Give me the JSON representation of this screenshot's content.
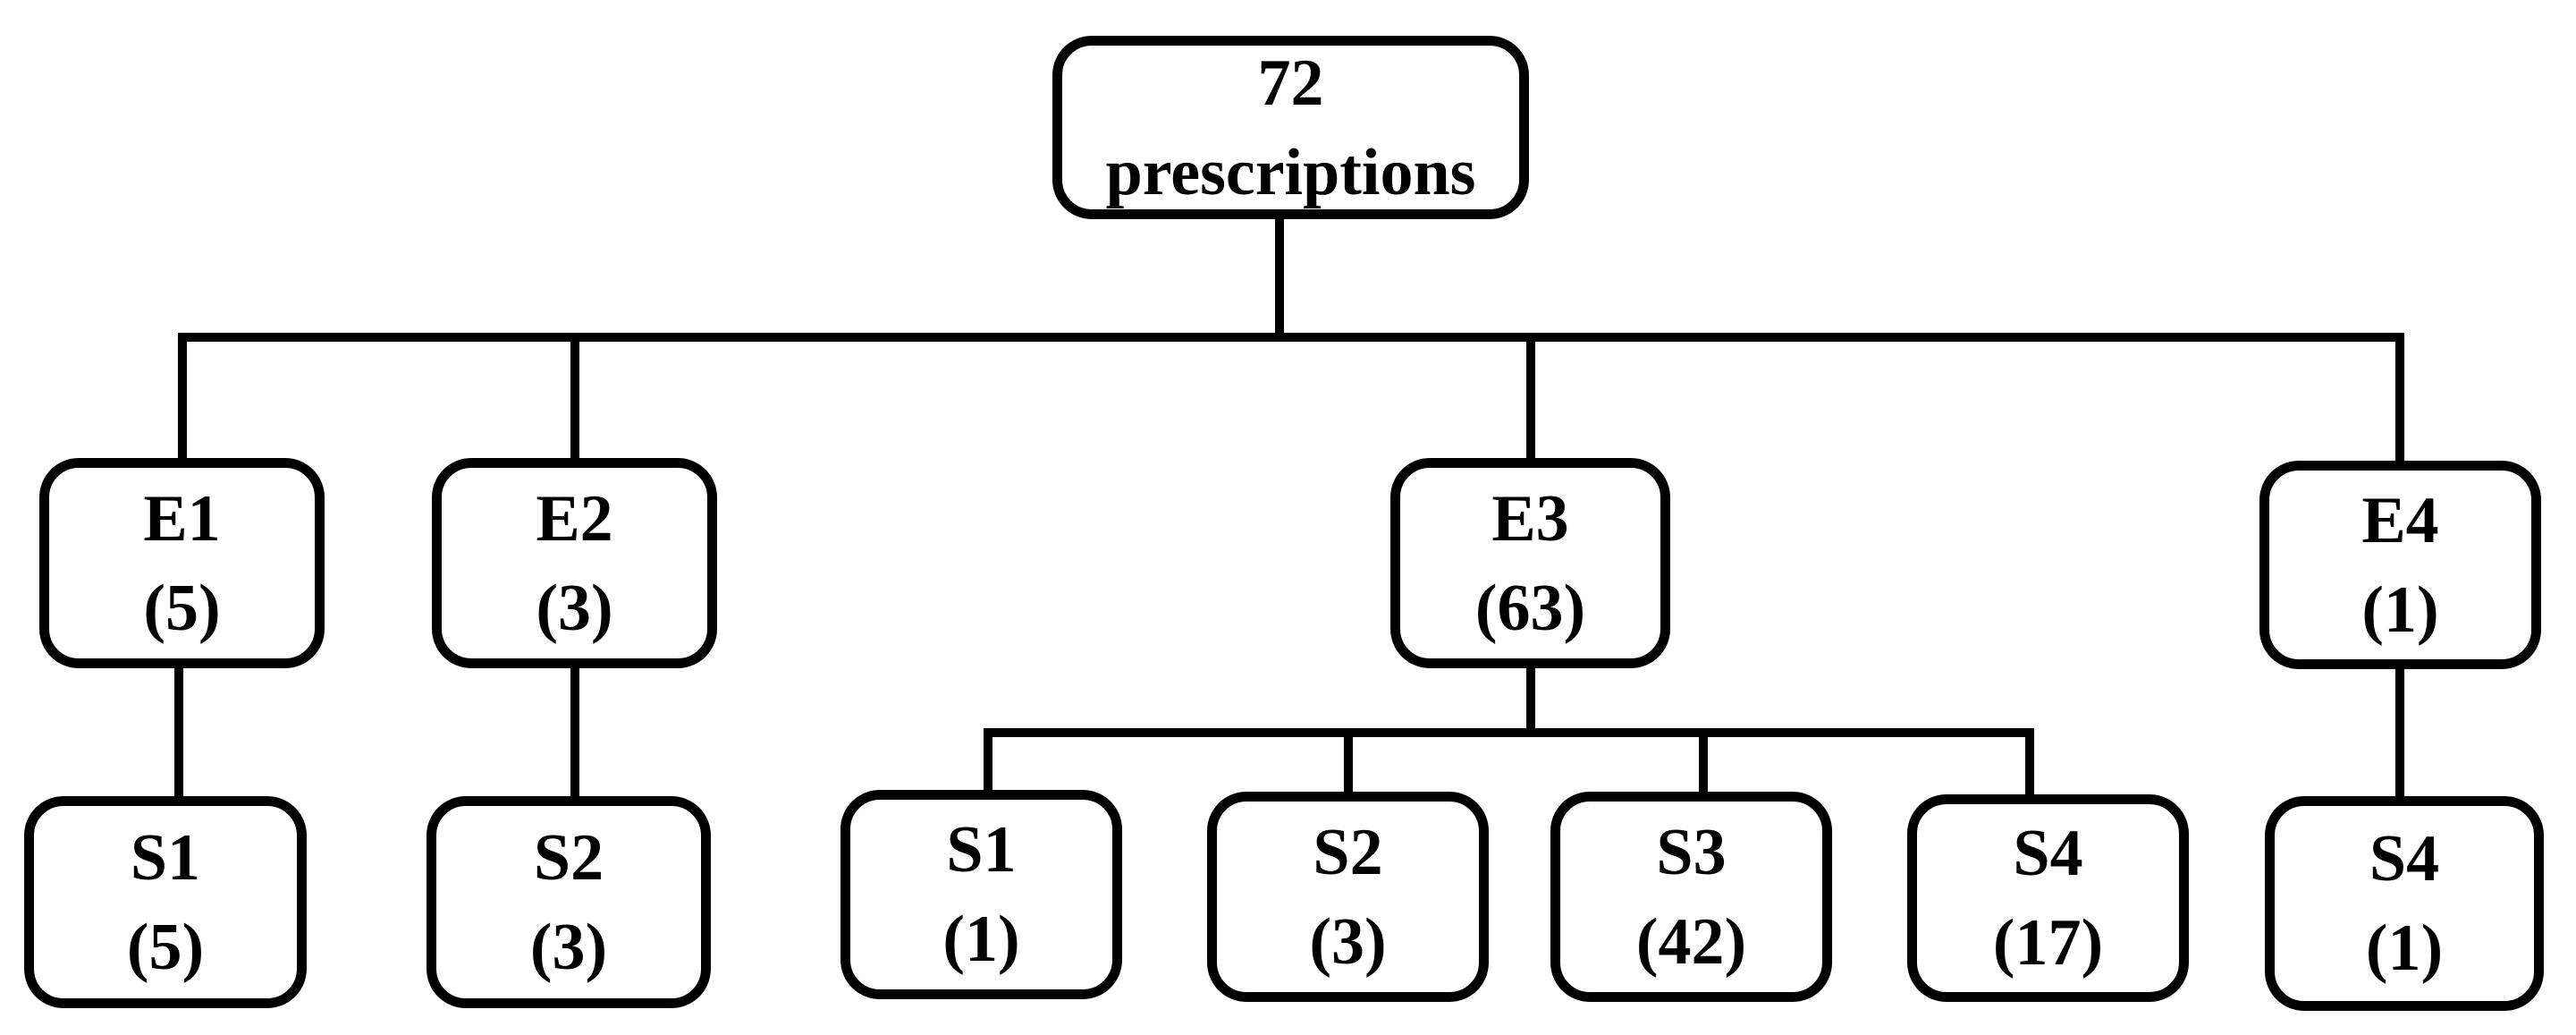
{
  "diagram": {
    "type": "hierarchy-flowchart",
    "colors": {
      "line": "#000000",
      "box_fill": "#ffffff",
      "text": "#000000",
      "background": "#ffffff"
    },
    "nodes": {
      "root": {
        "line1": "72",
        "line2": "prescriptions"
      },
      "e1": {
        "label": "E1",
        "count": "(5)"
      },
      "e2": {
        "label": "E2",
        "count": "(3)"
      },
      "e3": {
        "label": "E3",
        "count": "(63)"
      },
      "e4": {
        "label": "E4",
        "count": "(1)"
      },
      "e1_s1": {
        "label": "S1",
        "count": "(5)"
      },
      "e2_s2": {
        "label": "S2",
        "count": "(3)"
      },
      "e3_s1": {
        "label": "S1",
        "count": "(1)"
      },
      "e3_s2": {
        "label": "S2",
        "count": "(3)"
      },
      "e3_s3": {
        "label": "S3",
        "count": "(42)"
      },
      "e3_s4": {
        "label": "S4",
        "count": "(17)"
      },
      "e4_s4": {
        "label": "S4",
        "count": "(1)"
      }
    },
    "edges": [
      {
        "from": "root",
        "to": "e1"
      },
      {
        "from": "root",
        "to": "e2"
      },
      {
        "from": "root",
        "to": "e3"
      },
      {
        "from": "root",
        "to": "e4"
      },
      {
        "from": "e1",
        "to": "e1_s1"
      },
      {
        "from": "e2",
        "to": "e2_s2"
      },
      {
        "from": "e3",
        "to": "e3_s1"
      },
      {
        "from": "e3",
        "to": "e3_s2"
      },
      {
        "from": "e3",
        "to": "e3_s3"
      },
      {
        "from": "e3",
        "to": "e3_s4"
      },
      {
        "from": "e4",
        "to": "e4_s4"
      }
    ]
  }
}
